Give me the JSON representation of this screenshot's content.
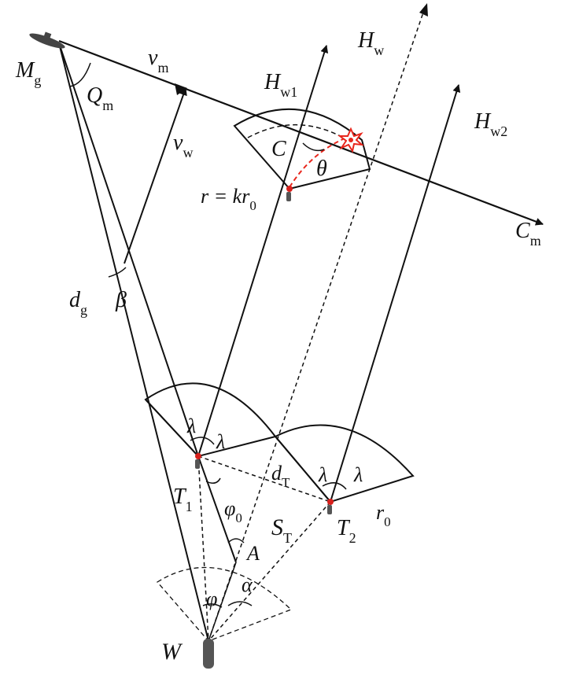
{
  "labels": {
    "Mg": {
      "main": "M",
      "sub": "g"
    },
    "vm": {
      "main": "v",
      "sub": "m"
    },
    "Qm": {
      "main": "Q",
      "sub": "m"
    },
    "vw": {
      "main": "v",
      "sub": "w"
    },
    "Hw1": {
      "main": "H",
      "sub": "w1"
    },
    "Hw": {
      "main": "H",
      "sub": "w"
    },
    "Hw2": {
      "main": "H",
      "sub": "w2"
    },
    "C": {
      "main": "C"
    },
    "theta": {
      "main": "θ"
    },
    "rkr0": {
      "main": "r = kr",
      "sub": "0"
    },
    "Cm": {
      "main": "C",
      "sub": "m"
    },
    "dg": {
      "main": "d",
      "sub": "g"
    },
    "beta": {
      "main": "β"
    },
    "lambda1a": {
      "main": "λ"
    },
    "lambda1b": {
      "main": "λ"
    },
    "lambda2a": {
      "main": "λ"
    },
    "lambda2b": {
      "main": "λ"
    },
    "dT": {
      "main": "d",
      "sub": "T"
    },
    "T1": {
      "main": "T",
      "sub": "1"
    },
    "phi0": {
      "main": "φ",
      "sub": "0"
    },
    "ST": {
      "main": "S",
      "sub": "T"
    },
    "T2": {
      "main": "T",
      "sub": "2"
    },
    "r0": {
      "main": "r",
      "sub": "0"
    },
    "A": {
      "main": "A"
    },
    "alpha": {
      "main": "α"
    },
    "phi": {
      "main": "φ"
    },
    "W": {
      "main": "W"
    }
  },
  "colors": {
    "line": "#111111",
    "explosion": "#e8261c",
    "point": "#d8201c",
    "vehicle": "#555555"
  }
}
